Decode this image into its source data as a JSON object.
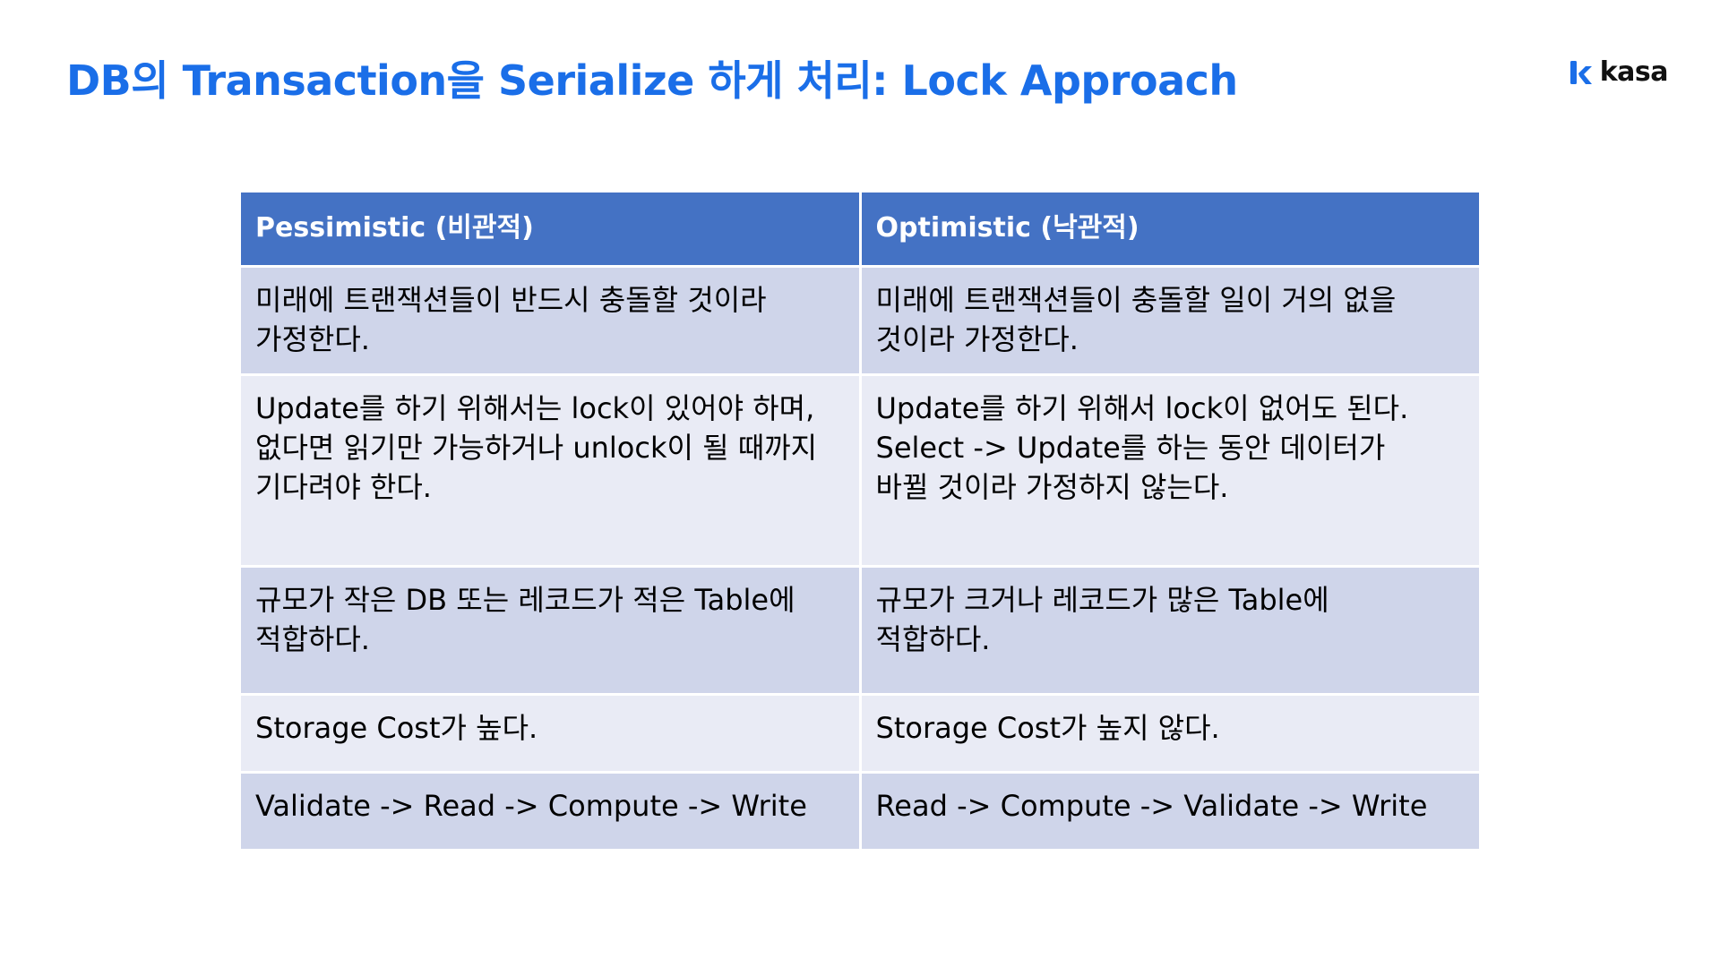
{
  "title": "DB의 Transaction을 Serialize 하게 처리: Lock Approach",
  "logo": {
    "text": "kasa",
    "icon": "kasa-logo-mark-icon",
    "color": "#1a6ee8"
  },
  "colors": {
    "title": "#1a6ee8",
    "header_bg": "#4472c4",
    "row_dark": "#cfd5ea",
    "row_light": "#e9ebf5"
  },
  "table": {
    "headers": [
      "Pessimistic (비관적)",
      "Optimistic (낙관적)"
    ],
    "rows": [
      {
        "pessimistic": [
          "미래에 트랜잭션들이 반드시 충돌할 것이라",
          "가정한다."
        ],
        "optimistic": [
          "미래에 트랜잭션들이 충돌할 일이 거의 없을",
          "것이라 가정한다."
        ]
      },
      {
        "pessimistic": [
          "Update를 하기 위해서는 lock이 있어야 하며,",
          "없다면 읽기만 가능하거나 unlock이 될 때까지",
          "기다려야 한다."
        ],
        "optimistic": [
          "Update를 하기 위해서 lock이 없어도 된다.",
          "Select -> Update를 하는 동안 데이터가",
          "바뀔 것이라 가정하지 않는다."
        ]
      },
      {
        "pessimistic": [
          "규모가 작은 DB 또는 레코드가 적은 Table에",
          "적합하다."
        ],
        "optimistic": [
          "규모가 크거나 레코드가 많은 Table에",
          "적합하다."
        ]
      },
      {
        "pessimistic": [
          "Storage Cost가 높다."
        ],
        "optimistic": [
          "Storage Cost가 높지 않다."
        ]
      },
      {
        "pessimistic": [
          "Validate -> Read -> Compute -> Write"
        ],
        "optimistic": [
          "Read -> Compute -> Validate -> Write"
        ]
      }
    ]
  }
}
